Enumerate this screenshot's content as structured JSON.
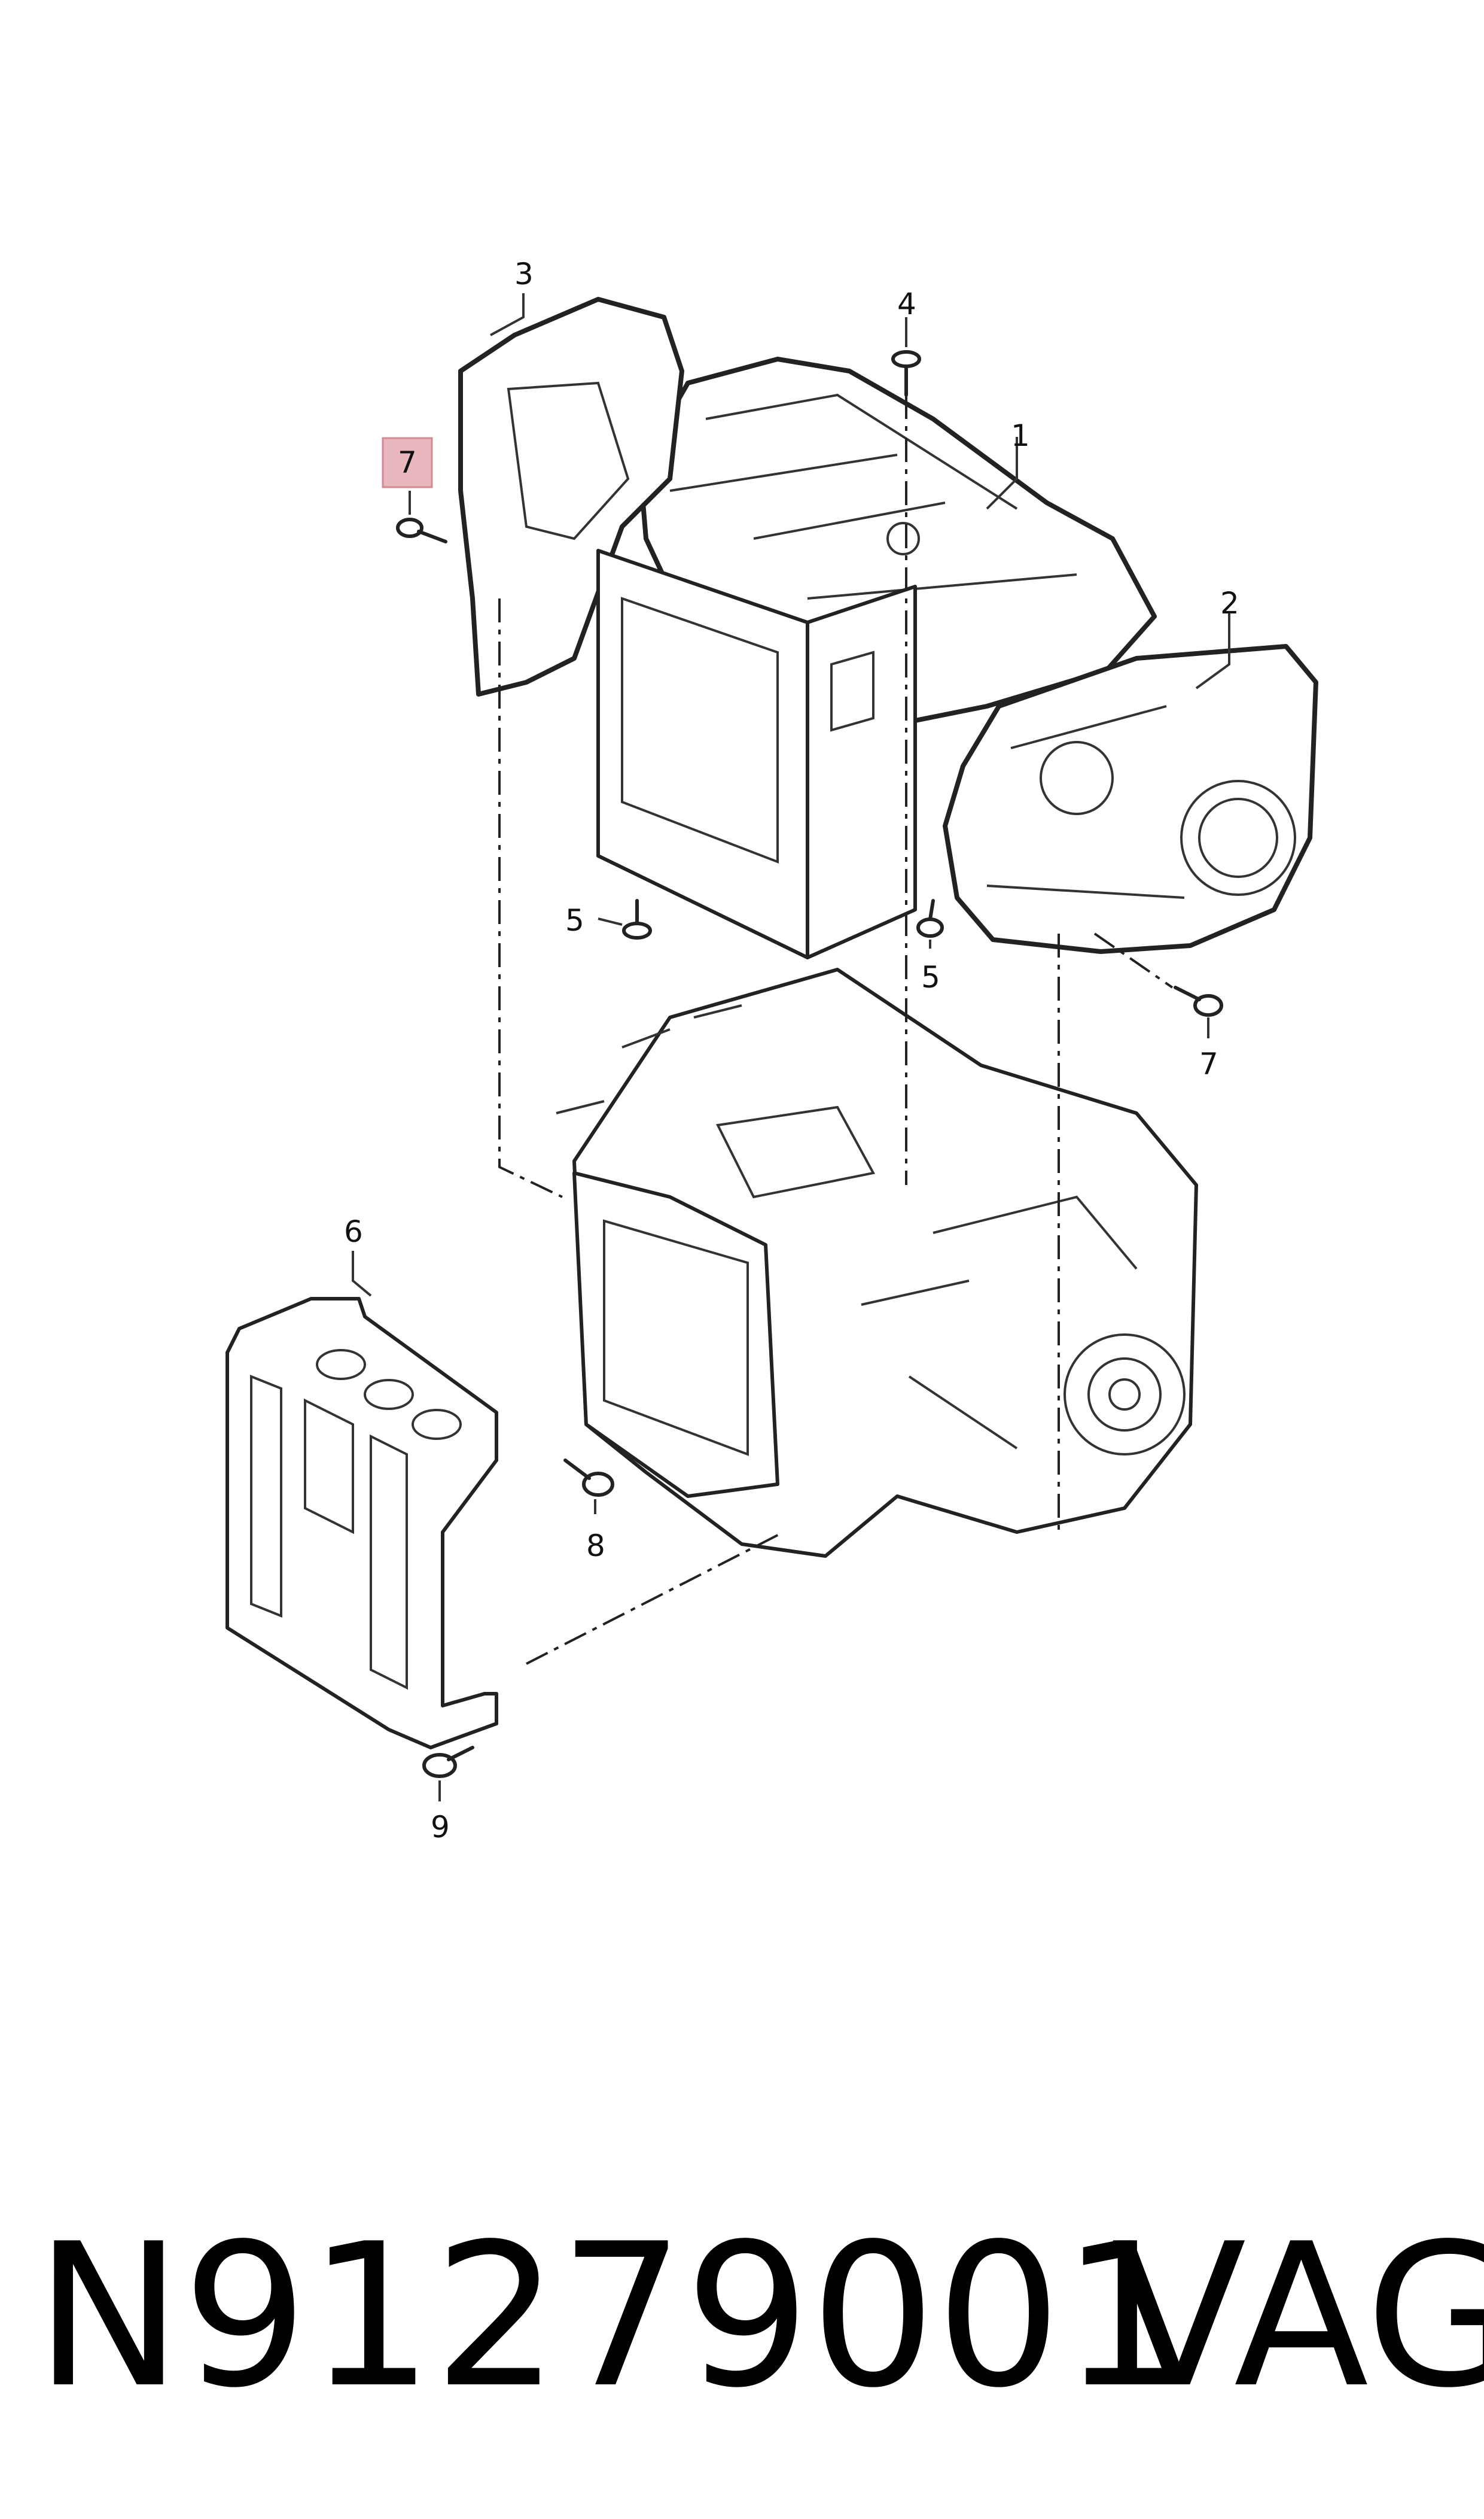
{
  "callouts": {
    "c1": "1",
    "c2": "2",
    "c3": "3",
    "c4": "4",
    "c5a": "5",
    "c5b": "5",
    "c6": "6",
    "c7a": "7",
    "c7b": "7",
    "c8": "8",
    "c9": "9"
  },
  "highlight_color": "#e8b8be",
  "part_number": "N91279001",
  "brand": "VAG"
}
